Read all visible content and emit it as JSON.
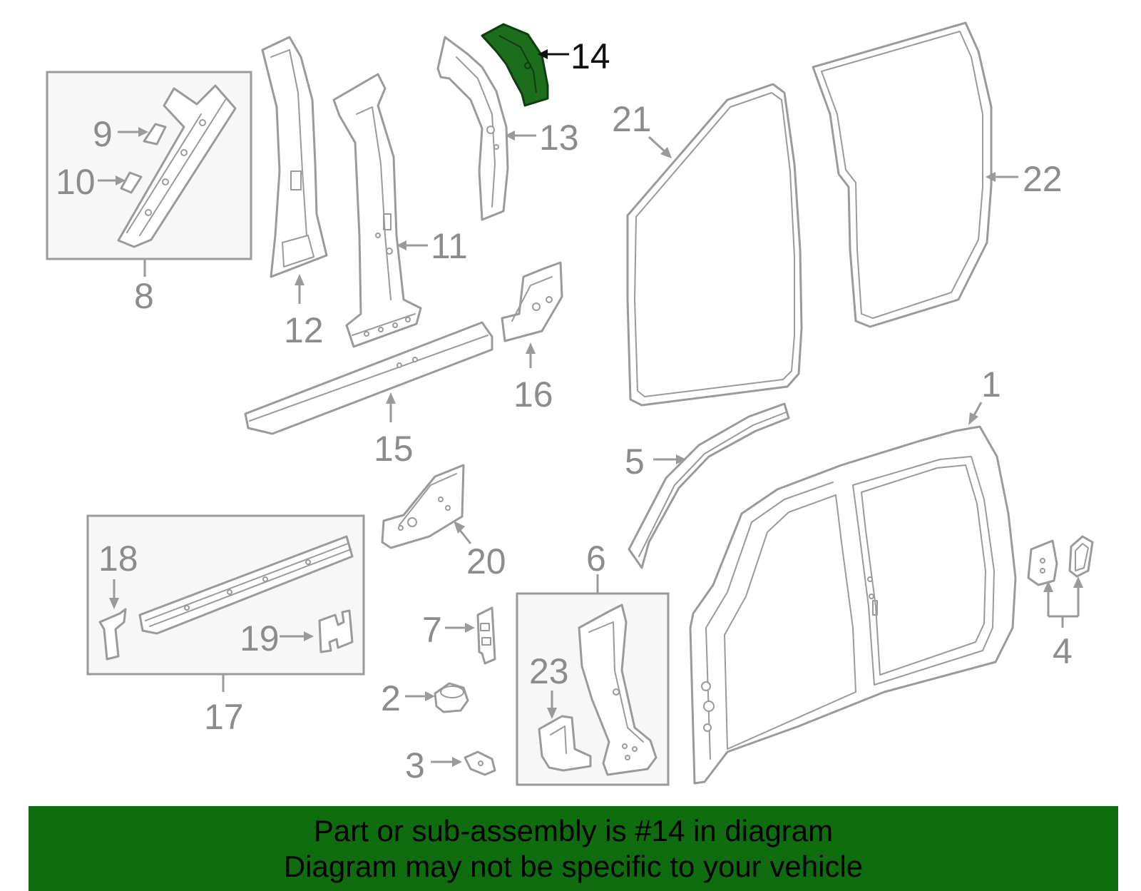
{
  "diagram": {
    "highlight_color": "#1c6d1c",
    "callouts": {
      "c1": "1",
      "c2": "2",
      "c3": "3",
      "c4": "4",
      "c5": "5",
      "c6": "6",
      "c7": "7",
      "c8": "8",
      "c9": "9",
      "c10": "10",
      "c11": "11",
      "c12": "12",
      "c13": "13",
      "c14": "14",
      "c15": "15",
      "c16": "16",
      "c17": "17",
      "c18": "18",
      "c19": "19",
      "c20": "20",
      "c21": "21",
      "c22": "22",
      "c23": "23"
    }
  },
  "banner": {
    "background": "#0f6c0f",
    "line1": "Part or sub-assembly is #14 in diagram",
    "line2": "Diagram may not be specific to your vehicle"
  }
}
